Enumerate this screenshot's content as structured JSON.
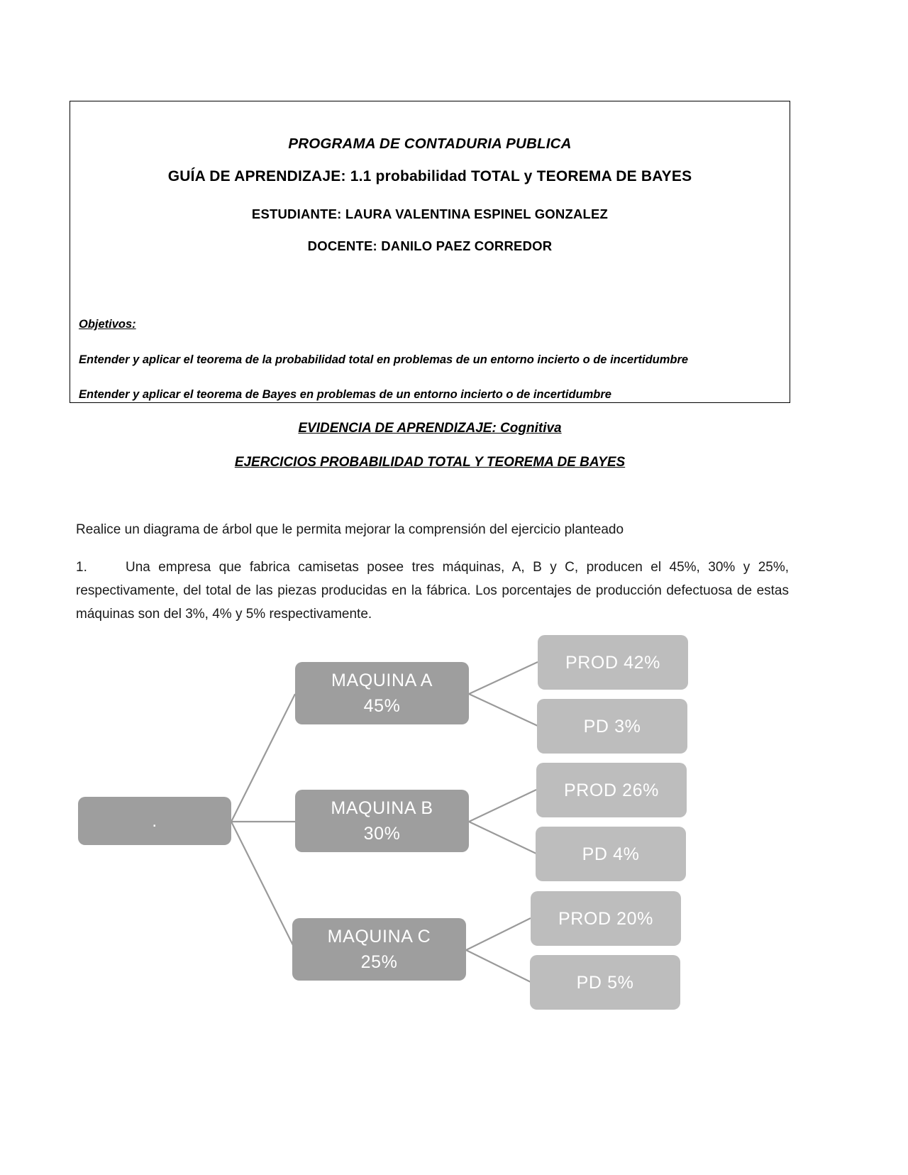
{
  "header": {
    "program": "PROGRAMA DE CONTADURIA PUBLICA",
    "guide": "GUÍA DE APRENDIZAJE: 1.1 probabilidad TOTAL y TEOREMA DE BAYES",
    "student": "ESTUDIANTE: LAURA VALENTINA ESPINEL GONZALEZ",
    "teacher": "DOCENTE: DANILO PAEZ CORREDOR",
    "objectives_label": "Objetivos:",
    "objective_1": "Entender y aplicar el teorema de la probabilidad total en problemas de un entorno incierto o de incertidumbre",
    "objective_2": "Entender y aplicar el teorema de Bayes en problemas de un entorno incierto o de incertidumbre"
  },
  "headings": {
    "evidence": "EVIDENCIA DE APRENDIZAJE: Cognitiva",
    "exercises": "EJERCICIOS PROBABILIDAD TOTAL Y TEOREMA DE BAYES"
  },
  "body": {
    "instruction": "Realice un diagrama de árbol que le permita mejorar la comprensión del ejercicio planteado",
    "problem_number": "1.",
    "problem_text": "Una empresa que fabrica camisetas posee tres máquinas, A, B y C, producen el 45%, 30% y 25%, respectivamente, del total de las piezas producidas en la fábrica. Los porcentajes de producción defectuosa de estas máquinas son del 3%, 4% y 5% respectivamente."
  },
  "diagram": {
    "colors": {
      "level1": "#9e9e9e",
      "level2": "#bdbdbd",
      "connector": "#9a9a9a",
      "text": "#ffffff"
    },
    "root": {
      "label": "."
    },
    "branches": [
      {
        "name": "maquina-a",
        "line1": "MAQUINA A",
        "line2": "45%",
        "children": [
          {
            "name": "prod-a",
            "label": "PROD  42%"
          },
          {
            "name": "pd-a",
            "label": "PD 3%"
          }
        ]
      },
      {
        "name": "maquina-b",
        "line1": "MAQUINA B",
        "line2": "30%",
        "children": [
          {
            "name": "prod-b",
            "label": "PROD 26%"
          },
          {
            "name": "pd-b",
            "label": "PD 4%"
          }
        ]
      },
      {
        "name": "maquina-c",
        "line1": "MAQUINA C",
        "line2": "25%",
        "children": [
          {
            "name": "prod-c",
            "label": "PROD 20%"
          },
          {
            "name": "pd-c",
            "label": "PD 5%"
          }
        ]
      }
    ]
  }
}
